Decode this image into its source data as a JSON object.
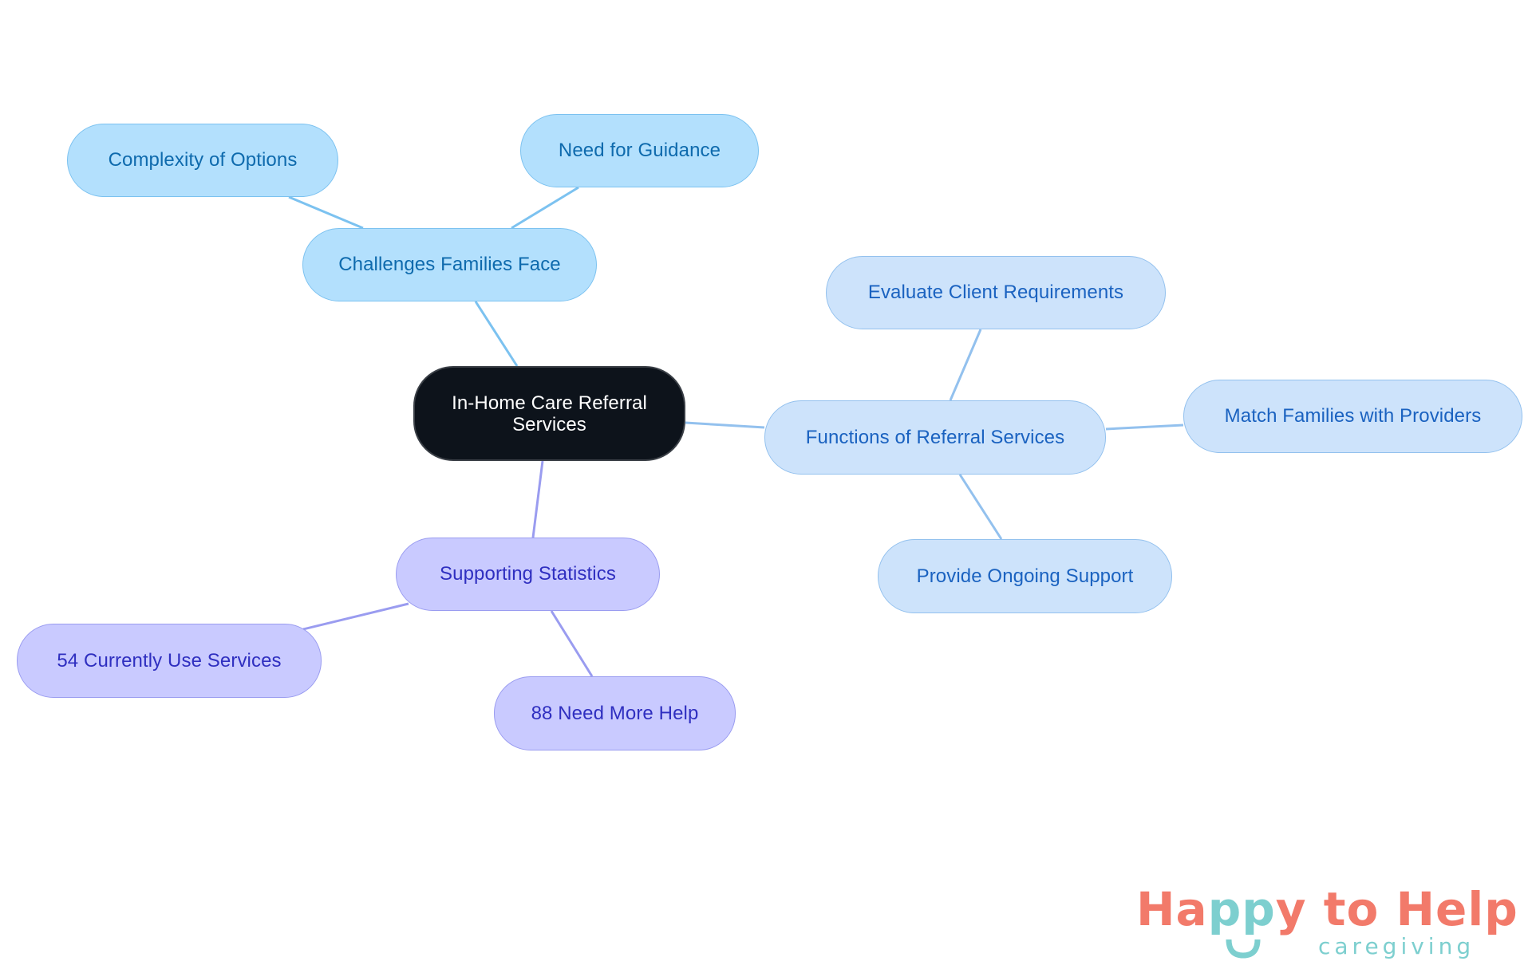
{
  "diagram": {
    "type": "mind-map",
    "root": {
      "id": "root",
      "label": "In-Home Care Referral Services"
    },
    "branches": [
      {
        "id": "challenges",
        "label": "Challenges Families Face",
        "color": "#b3e0fd",
        "children": [
          {
            "id": "complexity",
            "label": "Complexity of Options"
          },
          {
            "id": "guidance",
            "label": "Need for Guidance"
          }
        ]
      },
      {
        "id": "functions",
        "label": "Functions of Referral Services",
        "color": "#cde3fb",
        "children": [
          {
            "id": "evaluate",
            "label": "Evaluate Client Requirements"
          },
          {
            "id": "match",
            "label": "Match Families with Providers"
          },
          {
            "id": "support",
            "label": "Provide Ongoing Support"
          }
        ]
      },
      {
        "id": "statistics",
        "label": "Supporting Statistics",
        "color": "#c9caff",
        "children": [
          {
            "id": "currently",
            "label": "54 Currently Use Services"
          },
          {
            "id": "needhelp",
            "label": "88 Need More Help"
          }
        ]
      }
    ],
    "edge_colors": {
      "challenges": "#7cc2f0",
      "functions": "#93c1ee",
      "statistics": "#9a9cf0"
    }
  },
  "logo": {
    "part1": "Ha",
    "part2": "pp",
    "part3": "y to Help",
    "tagline": "caregiving",
    "primary_color": "#f27a6a",
    "secondary_color": "#7dcfcf"
  }
}
